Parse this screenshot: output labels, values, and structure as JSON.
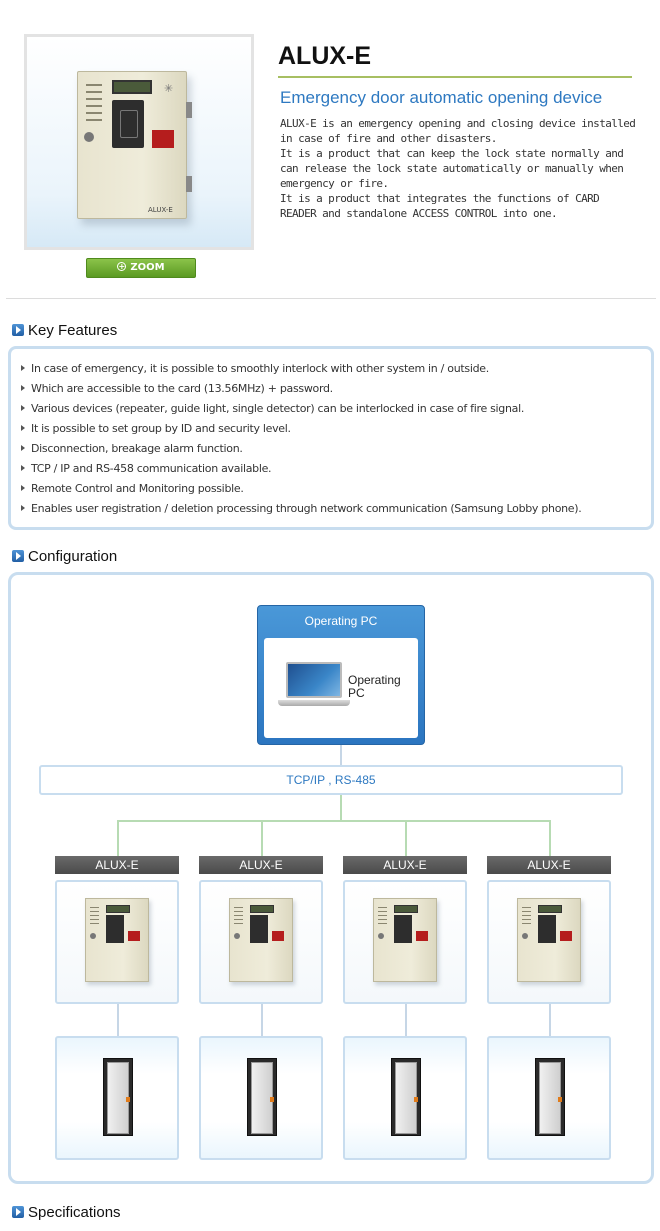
{
  "product": {
    "title": "ALUX-E",
    "subtitle": "Emergency door automatic opening device",
    "description": [
      "ALUX-E is an emergency opening and closing device installed in case of fire and other disasters.",
      "It is a product that can keep the lock state normally and can release the lock state automatically or manually when emergency or fire.",
      "It is a product that integrates the functions of CARD READER and standalone ACCESS CONTROL into one."
    ],
    "device_model_label": "ALUX-E",
    "zoom_label": "ZOOM"
  },
  "sections": {
    "key_features": "Key Features",
    "configuration": "Configuration",
    "specifications": "Specifications"
  },
  "features": [
    "In case of emergency, it is possible to smoothly interlock with other system in / outside.",
    "Which are accessible to the card (13.56MHz) + password.",
    "Various devices (repeater, guide light, single detector) can be interlocked in case of fire signal.",
    "It is possible to set group by ID and security level.",
    "Disconnection, breakage alarm function.",
    "TCP / IP and RS-458 communication available.",
    "Remote Control and Monitoring possible.",
    "Enables user registration / deletion processing through network communication (Samsung Lobby phone)."
  ],
  "configuration": {
    "pc_panel_title": "Operating PC",
    "pc_label": "Operating PC",
    "network_label": "TCP/IP ,  RS-485",
    "units": [
      "ALUX-E",
      "ALUX-E",
      "ALUX-E",
      "ALUX-E"
    ]
  },
  "colors": {
    "accent_blue": "#2e79c1",
    "box_border": "#c8ddef",
    "title_rule": "#a7bf62",
    "zoom_green": "#6aab2e"
  }
}
